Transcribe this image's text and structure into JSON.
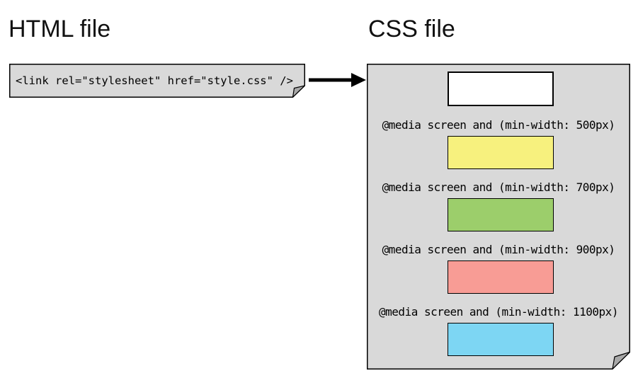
{
  "html_file": {
    "title": "HTML file",
    "code": "<link rel=\"stylesheet\" href=\"style.css\" />"
  },
  "css_file": {
    "title": "CSS file",
    "default_box_color": "#FFFFFF",
    "media_queries": [
      {
        "label": "@media screen and (min-width: 500px)",
        "color": "#F7F17E"
      },
      {
        "label": "@media screen and (min-width: 700px)",
        "color": "#9CCE6B"
      },
      {
        "label": "@media screen and (min-width: 900px)",
        "color": "#F89C95"
      },
      {
        "label": "@media screen and (min-width: 1100px)",
        "color": "#7DD6F3"
      }
    ]
  },
  "colors": {
    "paper_bg": "#D9D9D9",
    "paper_border": "#000000",
    "fold": "#A8A8A8",
    "arrow": "#000000",
    "page_bg": "#FFFFFF"
  }
}
